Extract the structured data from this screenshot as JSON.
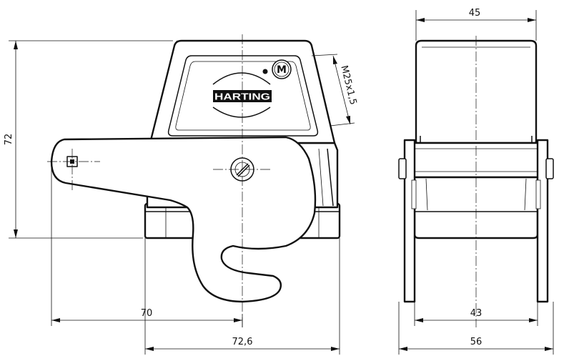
{
  "drawing": {
    "brand_text": "HARTING",
    "badge_letter": "M",
    "dimensions": {
      "overall_height": "72",
      "front_width_top": "45",
      "thread": "M25x1,5",
      "lever_length": "70",
      "overall_length": "72,6",
      "front_width_inner": "43",
      "front_width_outer": "56"
    }
  }
}
